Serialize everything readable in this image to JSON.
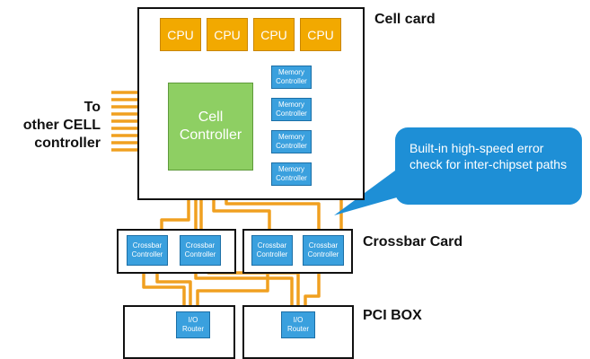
{
  "labels": {
    "cell_card": "Cell card",
    "to_other": "To\nother CELL\ncontroller",
    "crossbar_card": "Crossbar Card",
    "pci_box": "PCI BOX"
  },
  "cpus": [
    "CPU",
    "CPU",
    "CPU",
    "CPU"
  ],
  "cell_controller": "Cell\nController",
  "memory_controllers": [
    "Memory\nController",
    "Memory\nController",
    "Memory\nController",
    "Memory\nController"
  ],
  "crossbar_controllers": [
    "Crossbar\nController",
    "Crossbar\nController",
    "Crossbar\nController",
    "Crossbar\nController"
  ],
  "io_routers": [
    "I/O\nRouter",
    "I/O\nRouter"
  ],
  "callout": "Built-in high-speed error check for inter-chipset paths",
  "colors": {
    "cpu": "#f2a900",
    "cell_controller": "#8ecf63",
    "chip": "#3aa0de",
    "bus": "#f0a020",
    "callout": "#1e8fd6"
  }
}
